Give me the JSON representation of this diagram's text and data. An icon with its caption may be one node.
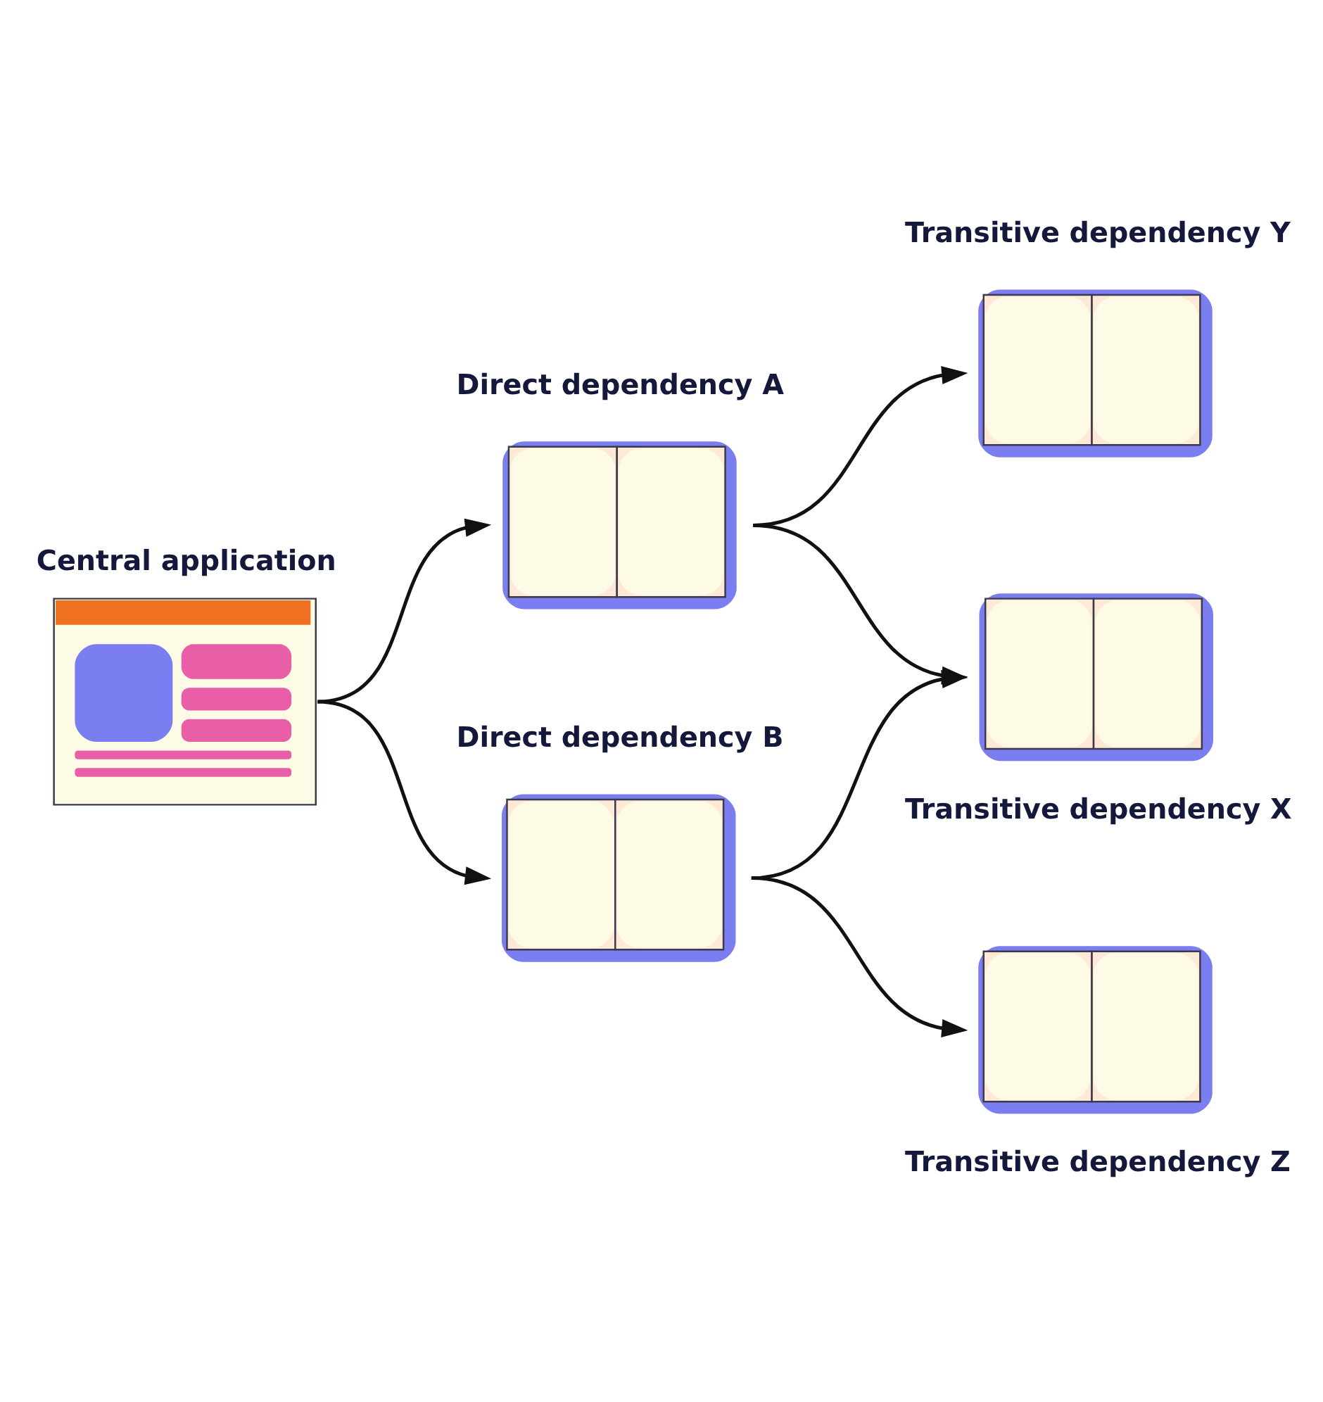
{
  "diagram": {
    "nodes": [
      {
        "text": [
          "Central application"
        ]
      },
      {
        "text": [
          "Direct dependency A"
        ]
      },
      {
        "text": [
          "Transitive dependency Y"
        ]
      },
      {
        "text": [
          "Direct dependency B"
        ]
      },
      {
        "text": [
          "Transitive dependency X"
        ]
      },
      {
        "text": [
          "Transitive dependency Z"
        ]
      }
    ],
    "edges": [
      {
        "from": 0,
        "to": 1,
        "arrow": "to"
      },
      {
        "from": 1,
        "to": 2,
        "arrow": "to"
      },
      {
        "from": 1,
        "to": 4,
        "arrow": "to"
      },
      {
        "from": 0,
        "to": 3,
        "arrow": "to"
      },
      {
        "from": 3,
        "to": 4,
        "arrow": "to"
      },
      {
        "from": 3,
        "to": 5,
        "arrow": "to"
      }
    ]
  }
}
